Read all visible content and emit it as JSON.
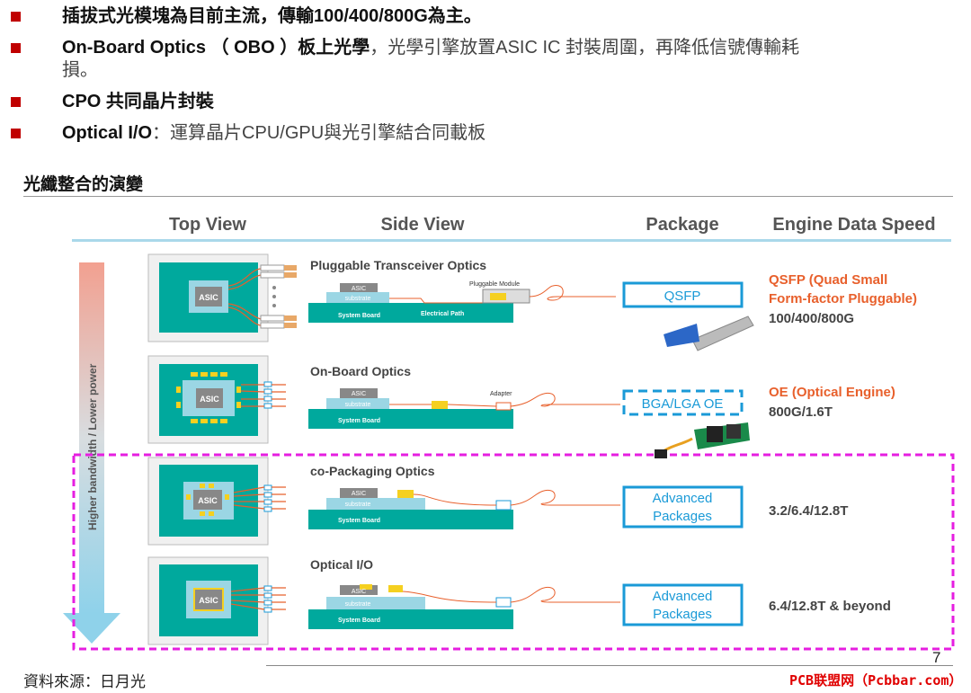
{
  "bullets": [
    {
      "bold": "插拔式光模塊為目前主流，傳輸100/400/800G為主。",
      "normal": ""
    },
    {
      "bold": "On-Board Optics （ OBO ）板上光學",
      "normal": "，光學引擎放置ASIC IC 封裝周圍，再降低信號傳輸耗",
      "cont": "損。"
    },
    {
      "bold": "CPO 共同晶片封裝",
      "normal": ""
    },
    {
      "bold": "Optical I/O",
      "normal": "：運算晶片CPU/GPU與光引擎結合同載板"
    }
  ],
  "section_title": "光纖整合的演變",
  "headers": {
    "top": "Top View",
    "side": "Side View",
    "pkg": "Package",
    "speed": "Engine Data Speed"
  },
  "arrow_label": "Higher bandwidth / Lower power",
  "chip_label": "ASIC",
  "substrate_label": "substrate",
  "board_label": "System Board",
  "pluggable_module": "Pluggable Module",
  "electrical_path": "Electrical Path",
  "adapter": "Adapter",
  "rows": [
    {
      "title": "Pluggable Transceiver Optics",
      "pkg": "QSFP",
      "speed1": "QSFP (Quad Small",
      "speed2": "Form-factor Pluggable)",
      "speed3": "100/400/800G"
    },
    {
      "title": "On-Board Optics",
      "pkg": "BGA/LGA OE",
      "speed1": "OE (Optical Engine)",
      "speed2": "800G/1.6T"
    },
    {
      "title": "co-Packaging Optics",
      "pkg1": "Advanced",
      "pkg2": "Packages",
      "speed": "3.2/6.4/12.8T"
    },
    {
      "title": "Optical I/O",
      "pkg1": "Advanced",
      "pkg2": "Packages",
      "speed": "6.4/12.8T & beyond"
    }
  ],
  "source": "資料來源：日月光",
  "page_no": "7",
  "watermark": "PCB联盟网（Pcbbar.com）",
  "colors": {
    "accent_red": "#c00000",
    "orange": "#e8602c",
    "teal": "#00a99d",
    "blue": "#1a9ad7",
    "magenta": "#e61ee0"
  }
}
